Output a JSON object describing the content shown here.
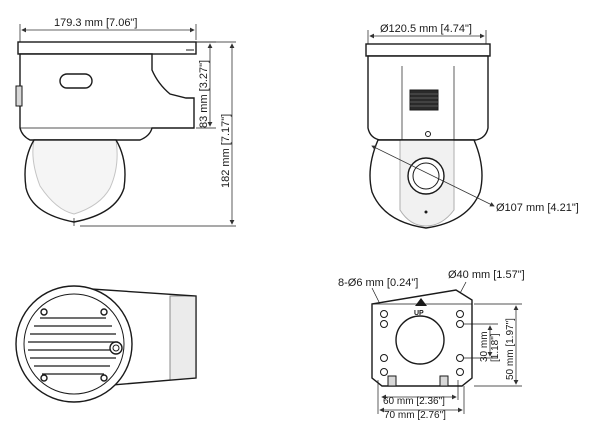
{
  "side_view": {
    "width_label": "179.3 mm [7.06\"]",
    "upper_height_label": "83 mm [3.27\"]",
    "total_height_label": "182 mm [7.17\"]"
  },
  "front_view": {
    "top_diameter_label": "Ø120.5 mm [4.74\"]",
    "dome_diameter_label": "Ø107 mm [4.21\"]"
  },
  "mount_plate": {
    "hole_label": "8-Ø6 mm [0.24\"]",
    "center_hole_label": "Ø40 mm [1.57\"]",
    "up_label": "UP",
    "height_30_label": "30 mm",
    "height_30_inch_label": "[1.18\"]",
    "height_50_label": "50 mm [1.97\"]",
    "width_60_label": "60 mm [2.36\"]",
    "width_70_label": "70 mm [2.76\"]"
  }
}
